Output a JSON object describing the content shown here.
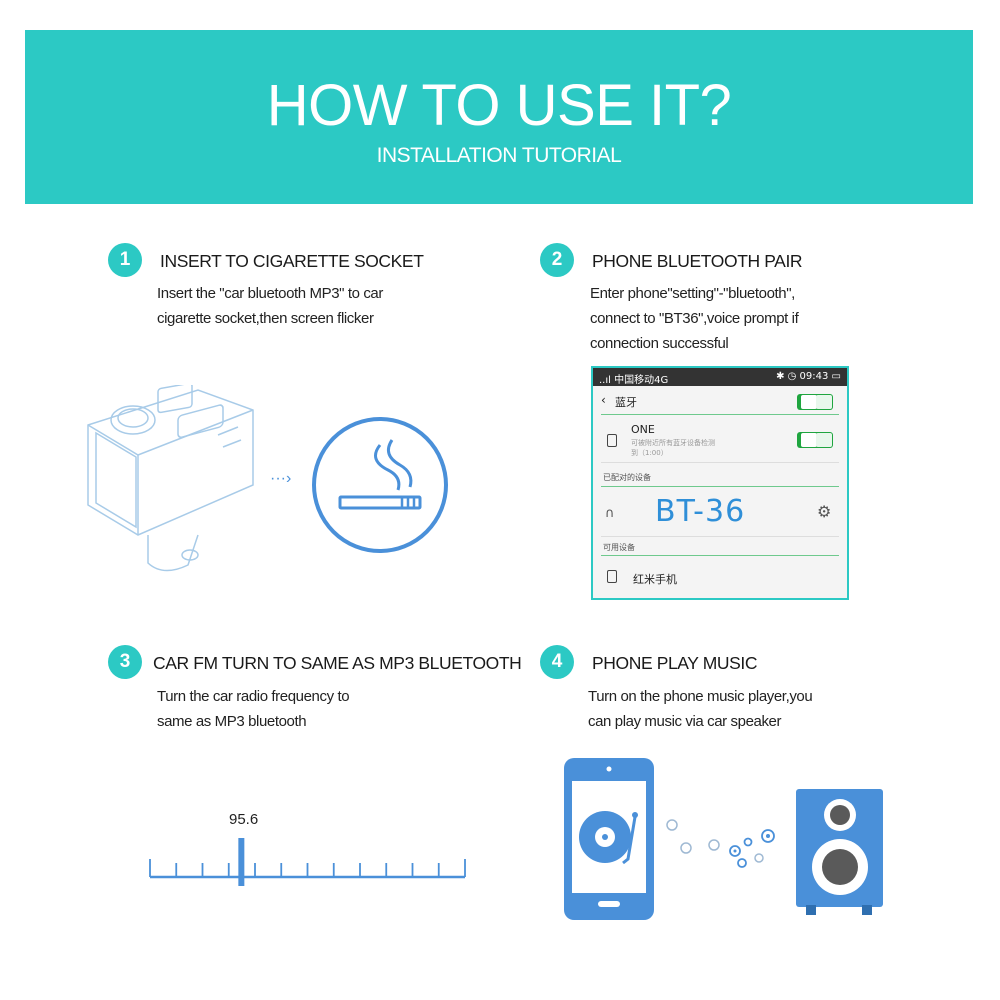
{
  "header": {
    "title": "HOW TO USE IT?",
    "subtitle": "INSTALLATION TUTORIAL"
  },
  "steps": [
    {
      "number": "1",
      "title": "INSERT TO CIGARETTE SOCKET",
      "desc_lines": [
        "Insert the \"car bluetooth MP3\" to car",
        "cigarette socket,then screen flicker"
      ]
    },
    {
      "number": "2",
      "title": "PHONE BLUETOOTH PAIR",
      "desc_lines": [
        "Enter phone\"setting\"-\"bluetooth\",",
        "connect to \"BT36\",voice prompt if",
        "connection successful"
      ]
    },
    {
      "number": "3",
      "title": "CAR FM TURN TO SAME AS MP3 BLUETOOTH",
      "desc_lines": [
        "Turn the car radio frequency to",
        "same as MP3 bluetooth"
      ]
    },
    {
      "number": "4",
      "title": "PHONE PLAY MUSIC",
      "desc_lines": [
        "Turn on the phone music player,you",
        "can play music via car speaker"
      ]
    }
  ],
  "phone_screen": {
    "carrier": "..ıl 中国移动4G",
    "time": "09:43",
    "header_label": "蓝牙",
    "device_name": "ONE",
    "device_sub_1": "可被附近所有蓝牙设备检测",
    "device_sub_2": "到（1:00）",
    "paired_label": "已配对的设备",
    "paired_device": "BT-36",
    "available_label": "可用设备",
    "available_device": "红米手机"
  },
  "frequency": {
    "value": "95.6",
    "marker_fraction": 0.29
  },
  "colors": {
    "accent": "#2cc9c4",
    "illustration_blue": "#4a90d9",
    "outline_blue": "#9fc5e6"
  }
}
